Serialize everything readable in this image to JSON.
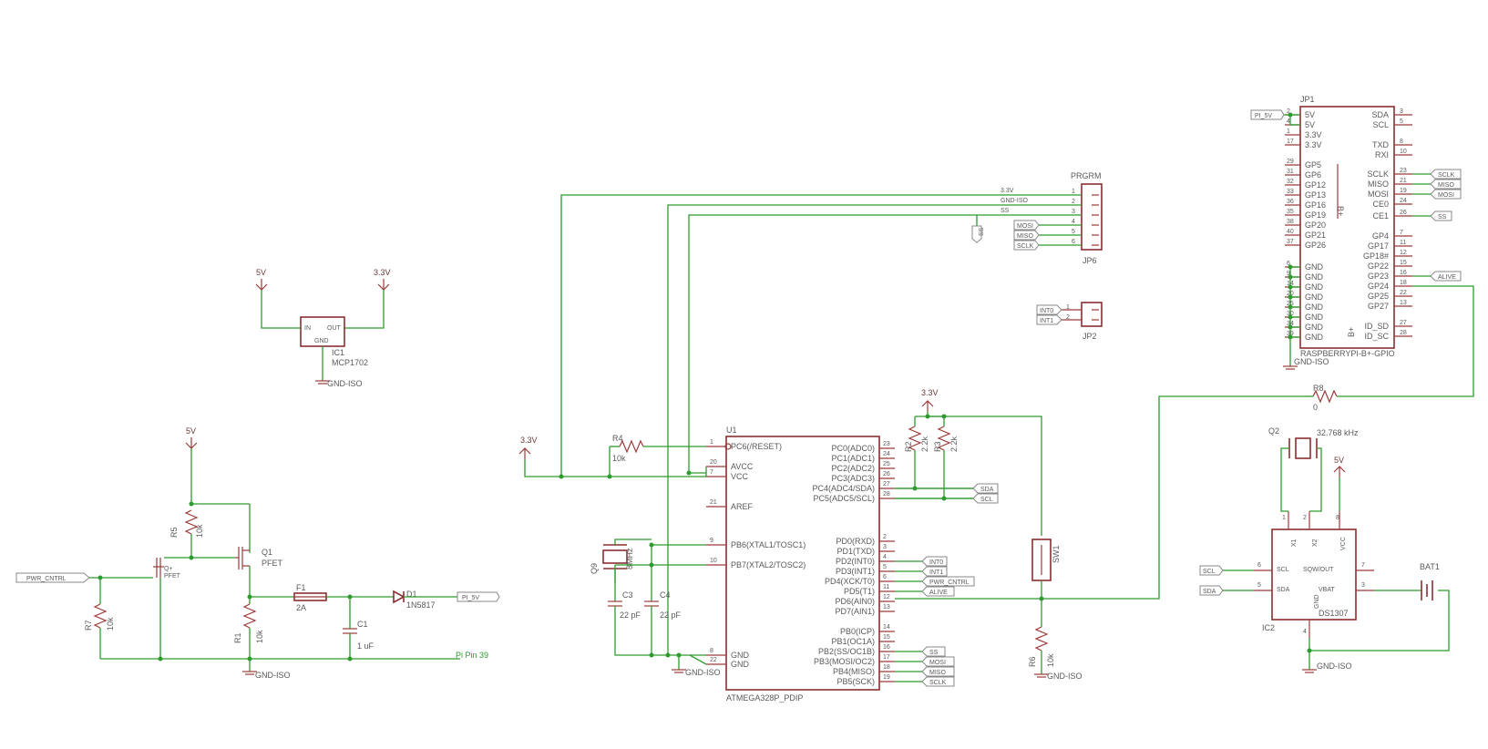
{
  "power": {
    "v5": "5V",
    "v33": "3.3V",
    "gnd": "GND-ISO"
  },
  "ic1": {
    "name": "IC1",
    "value": "MCP1702",
    "pin_in": "IN",
    "pin_out": "OUT",
    "pin_gnd": "GND"
  },
  "pwr": {
    "label_in": "PWR_CNTRL",
    "q1_name": "Q1",
    "q1_value": "PFET",
    "q3_inner": "Q+",
    "q3_inner2": "PFET",
    "r5_name": "R5",
    "r5_value": "10k",
    "r7_name": "R7",
    "r7_value": "10k",
    "r1_name": "R1",
    "r1_value": "10k",
    "f1_name": "F1",
    "f1_value": "2A",
    "c1_name": "C1",
    "c1_value": "1 uF",
    "d1_name": "D1",
    "d1_value": "1N5817",
    "label_out": "PI_5V",
    "pi_pin": "Pi Pin 39"
  },
  "prgrm": {
    "name": "PRGRM",
    "ref": "JP6",
    "nets": [
      "3.3V",
      "GND-ISO",
      "SS"
    ],
    "tags": [
      "SS",
      "MOSI",
      "MISO",
      "SCLK"
    ],
    "pins": [
      "1",
      "2",
      "3",
      "4",
      "5",
      "6"
    ]
  },
  "jp2": {
    "ref": "JP2",
    "tags": [
      "INT0",
      "INT1"
    ],
    "pins": [
      "1",
      "2"
    ]
  },
  "u1": {
    "name": "U1",
    "value": "ATMEGA328P_PDIP",
    "left_pins": [
      {
        "num": "1",
        "label": "PC6(/RESET)"
      },
      {
        "num": "20",
        "label": "AVCC"
      },
      {
        "num": "7",
        "label": "VCC"
      },
      {
        "num": "21",
        "label": "AREF"
      },
      {
        "num": "9",
        "label": "PB6(XTAL1/TOSC1)"
      },
      {
        "num": "10",
        "label": "PB7(XTAL2/TOSC2)"
      },
      {
        "num": "8",
        "label": "GND"
      },
      {
        "num": "22",
        "label": "GND"
      }
    ],
    "right_pins": [
      {
        "num": "23",
        "label": "PC0(ADC0)"
      },
      {
        "num": "24",
        "label": "PC1(ADC1)"
      },
      {
        "num": "25",
        "label": "PC2(ADC2)"
      },
      {
        "num": "26",
        "label": "PC3(ADC3)"
      },
      {
        "num": "27",
        "label": "PC4(ADC4/SDA)"
      },
      {
        "num": "28",
        "label": "PC5(ADC5/SCL)"
      },
      {
        "num": "2",
        "label": "PD0(RXD)"
      },
      {
        "num": "3",
        "label": "PD1(TXD)"
      },
      {
        "num": "4",
        "label": "PD2(INT0)"
      },
      {
        "num": "5",
        "label": "PD3(INT1)"
      },
      {
        "num": "6",
        "label": "PD4(XCK/T0)"
      },
      {
        "num": "11",
        "label": "PD5(T1)"
      },
      {
        "num": "12",
        "label": "PD6(AIN0)"
      },
      {
        "num": "13",
        "label": "PD7(AIN1)"
      },
      {
        "num": "14",
        "label": "PB0(ICP)"
      },
      {
        "num": "15",
        "label": "PB1(OC1A)"
      },
      {
        "num": "16",
        "label": "PB2(SS/OC1B)"
      },
      {
        "num": "17",
        "label": "PB3(MOSI/OC2)"
      },
      {
        "num": "18",
        "label": "PB4(MISO)"
      },
      {
        "num": "19",
        "label": "PB5(SCK)"
      }
    ],
    "tags": [
      "SDA",
      "SCL",
      "INT0",
      "INT1",
      "PWR_CNTRL",
      "ALIVE",
      "SS",
      "MOSI",
      "MISO",
      "SCLK"
    ]
  },
  "osc": {
    "r4_name": "R4",
    "r4_value": "10k",
    "q9_name": "Q9",
    "q9_value": "8MHz",
    "c3_name": "C3",
    "c3_value": "22 pF",
    "c4_name": "C4",
    "c4_value": "22 pF",
    "r2_name": "R2",
    "r2_value": "2.2k",
    "r3_name": "R3",
    "r3_value": "2.2k",
    "sw_name": "SW1",
    "r6_name": "R6",
    "r6_value": "10k"
  },
  "jp1": {
    "name": "JP1",
    "value": "RASPBERRYPI-B+-GPIO",
    "center": "B+",
    "left_pins": [
      {
        "num": "2",
        "label": "5V"
      },
      {
        "num": "4",
        "label": "5V"
      },
      {
        "num": "1",
        "label": "3.3V"
      },
      {
        "num": "17",
        "label": "3.3V"
      },
      {
        "num": "29",
        "label": "GP5"
      },
      {
        "num": "31",
        "label": "GP6"
      },
      {
        "num": "32",
        "label": "GP12"
      },
      {
        "num": "33",
        "label": "GP13"
      },
      {
        "num": "36",
        "label": "GP16"
      },
      {
        "num": "35",
        "label": "GP19"
      },
      {
        "num": "38",
        "label": "GP20"
      },
      {
        "num": "40",
        "label": "GP21"
      },
      {
        "num": "37",
        "label": "GP26"
      },
      {
        "num": "6",
        "label": "GND"
      },
      {
        "num": "9",
        "label": "GND"
      },
      {
        "num": "14",
        "label": "GND"
      },
      {
        "num": "20",
        "label": "GND"
      },
      {
        "num": "25",
        "label": "GND"
      },
      {
        "num": "30",
        "label": "GND"
      },
      {
        "num": "34",
        "label": "GND"
      },
      {
        "num": "39",
        "label": "GND"
      }
    ],
    "right_pins": [
      {
        "num": "3",
        "label": "SDA"
      },
      {
        "num": "5",
        "label": "SCL"
      },
      {
        "num": "8",
        "label": "TXD"
      },
      {
        "num": "10",
        "label": "RXI"
      },
      {
        "num": "23",
        "label": "SCLK"
      },
      {
        "num": "21",
        "label": "MISO"
      },
      {
        "num": "19",
        "label": "MOSI"
      },
      {
        "num": "24",
        "label": "CE0"
      },
      {
        "num": "26",
        "label": "CE1"
      },
      {
        "num": "7",
        "label": "GP4"
      },
      {
        "num": "11",
        "label": "GP17"
      },
      {
        "num": "12",
        "label": "GP18#"
      },
      {
        "num": "15",
        "label": "GP22"
      },
      {
        "num": "16",
        "label": "GP23"
      },
      {
        "num": "18",
        "label": "GP24"
      },
      {
        "num": "22",
        "label": "GP25"
      },
      {
        "num": "13",
        "label": "GP27"
      },
      {
        "num": "27",
        "label": "ID_SD"
      },
      {
        "num": "28",
        "label": "ID_SC"
      }
    ],
    "tags": [
      "PI_5V",
      "SCLK",
      "MISO",
      "MOSI",
      "SS",
      "ALIVE"
    ]
  },
  "rtc": {
    "r8_name": "R8",
    "r8_value": "0",
    "q2_name": "Q2",
    "q2_value": "32.768 kHz",
    "ic2_name": "IC2",
    "ic2_value": "DS1307",
    "pins": {
      "x1": "X1",
      "x2": "X2",
      "vcc": "VCC",
      "scl": "SCL",
      "sda": "SDA",
      "sqw": "SQW/OUT",
      "vbat": "VBAT",
      "gnd": "GND"
    },
    "nums": {
      "x1": "1",
      "x2": "2",
      "vcc": "8",
      "scl": "6",
      "sda": "5",
      "sqw": "7",
      "vbat": "3",
      "gnd": "4"
    },
    "tags": [
      "SCL",
      "SDA"
    ],
    "bat_name": "BAT1"
  }
}
